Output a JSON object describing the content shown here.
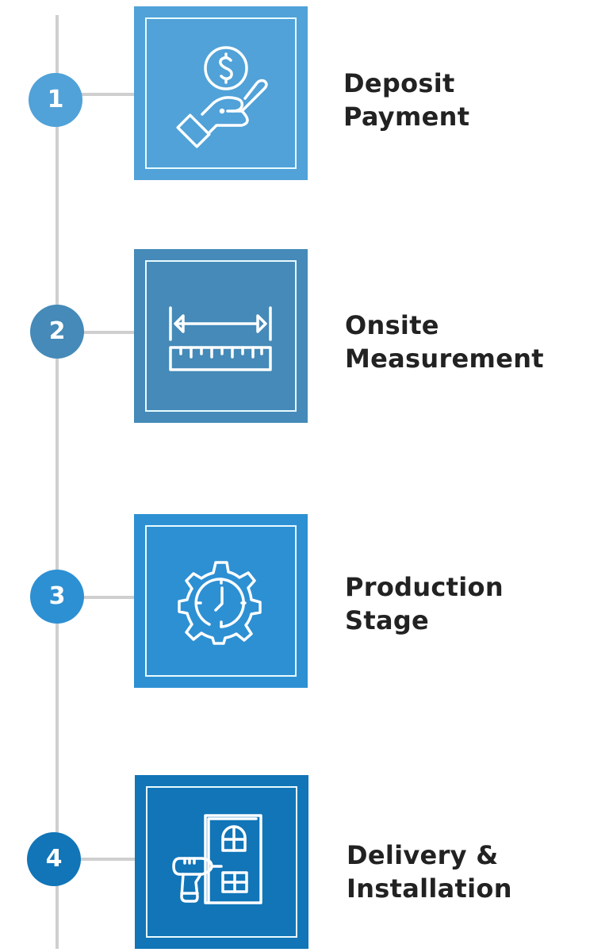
{
  "timeline": {
    "line_color": "#cfcfcf",
    "steps": [
      {
        "number": "1",
        "line1": "Deposit",
        "line2": "Payment",
        "color": "#50a2d8",
        "icon": "hand-holding-dollar-icon"
      },
      {
        "number": "2",
        "line1": "Onsite",
        "line2": "Measurement",
        "color": "#458ab8",
        "icon": "ruler-measure-icon"
      },
      {
        "number": "3",
        "line1": "Production",
        "line2": "Stage",
        "color": "#2d90d3",
        "icon": "gear-clock-icon"
      },
      {
        "number": "4",
        "line1": "Delivery &",
        "line2": "Installation",
        "color": "#1175b8",
        "icon": "drill-door-icon"
      }
    ]
  }
}
